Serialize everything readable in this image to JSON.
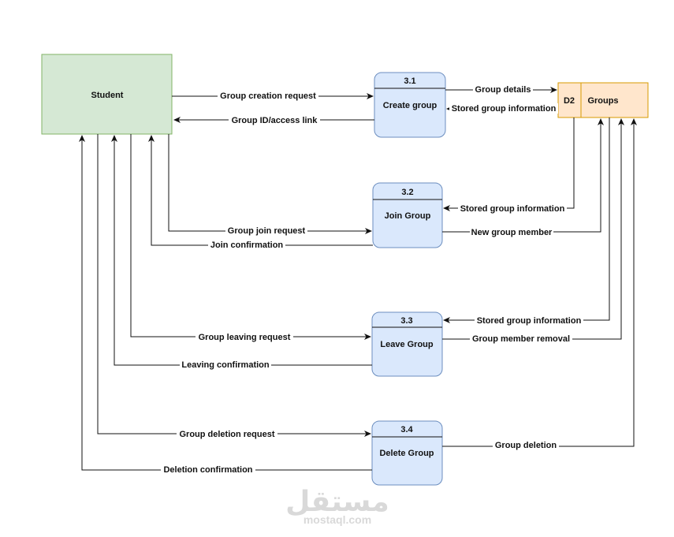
{
  "entity": {
    "label": "Student"
  },
  "datastore": {
    "id": "D2",
    "name": "Groups"
  },
  "processes": [
    {
      "number": "3.1",
      "name": "Create group"
    },
    {
      "number": "3.2",
      "name": "Join Group"
    },
    {
      "number": "3.3",
      "name": "Leave Group"
    },
    {
      "number": "3.4",
      "name": "Delete Group"
    }
  ],
  "flows": {
    "group_creation_request": "Group creation request",
    "group_id_access_link": "Group ID/access link",
    "group_details": "Group details",
    "stored_group_info_1": "Stored group information",
    "stored_group_info_2": "Stored group information",
    "group_join_request": "Group join request",
    "join_confirmation": "Join confirmation",
    "new_group_member": "New group member",
    "stored_group_info_3": "Stored group information",
    "group_leaving_request": "Group leaving request",
    "group_member_removal": "Group member removal",
    "leaving_confirmation": "Leaving confirmation",
    "group_deletion_request": "Group deletion request",
    "group_deletion": "Group deletion",
    "deletion_confirmation": "Deletion confirmation"
  },
  "watermark": {
    "arabic": "مستقل",
    "latin": "mostaql.com"
  },
  "colors": {
    "entity_fill": "#d5e8d4",
    "entity_stroke": "#82b366",
    "process_fill": "#dae8fc",
    "process_stroke": "#6c8ebf",
    "store_fill": "#ffe6cc",
    "store_stroke": "#d79b00",
    "line": "#111111"
  }
}
